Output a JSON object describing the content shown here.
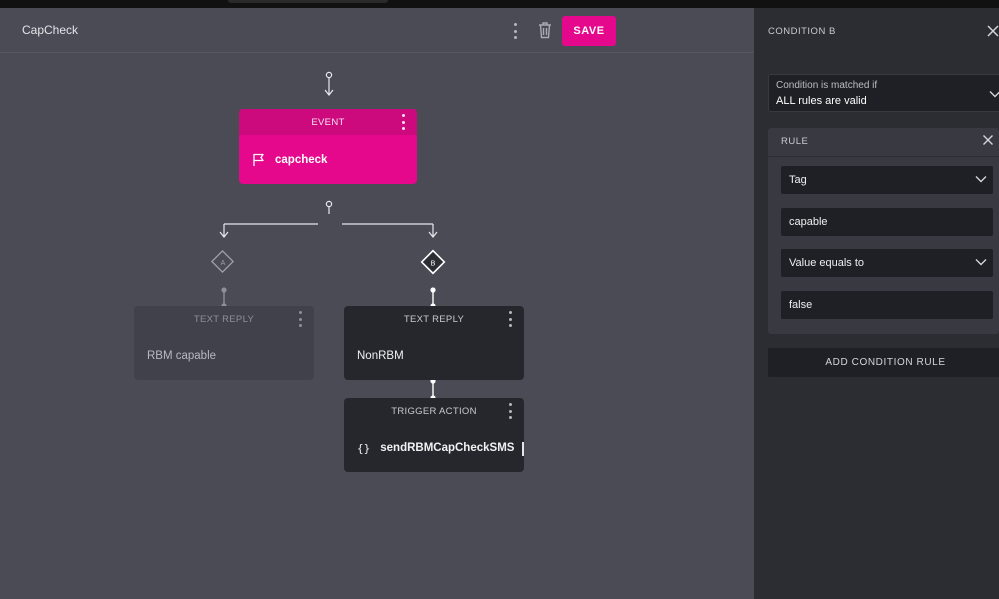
{
  "header": {
    "title": "CapCheck",
    "save_label": "SAVE"
  },
  "flow": {
    "event_node": {
      "type_label": "EVENT",
      "name": "capcheck",
      "icon": "flag-icon"
    },
    "branch_a": {
      "label": "A"
    },
    "branch_b": {
      "label": "B"
    },
    "reply_a": {
      "type_label": "TEXT REPLY",
      "text": "RBM capable"
    },
    "reply_b": {
      "type_label": "TEXT REPLY",
      "text": "NonRBM"
    },
    "trigger": {
      "type_label": "TRIGGER ACTION",
      "icon_glyph": "{}",
      "name": "sendRBMCapCheckSMS"
    }
  },
  "panel": {
    "title": "CONDITION B",
    "match_label": "Condition is matched if",
    "match_value": "ALL rules are valid",
    "rule": {
      "title": "RULE",
      "field_type": "Tag",
      "field_name": "capable",
      "operator": "Value equals to",
      "value": "false"
    },
    "add_rule_label": "ADD CONDITION RULE"
  },
  "colors": {
    "accent": "#e5078c",
    "canvas": "#4a4b55",
    "panel": "#2c2d33",
    "node_dark": "#26272d"
  }
}
